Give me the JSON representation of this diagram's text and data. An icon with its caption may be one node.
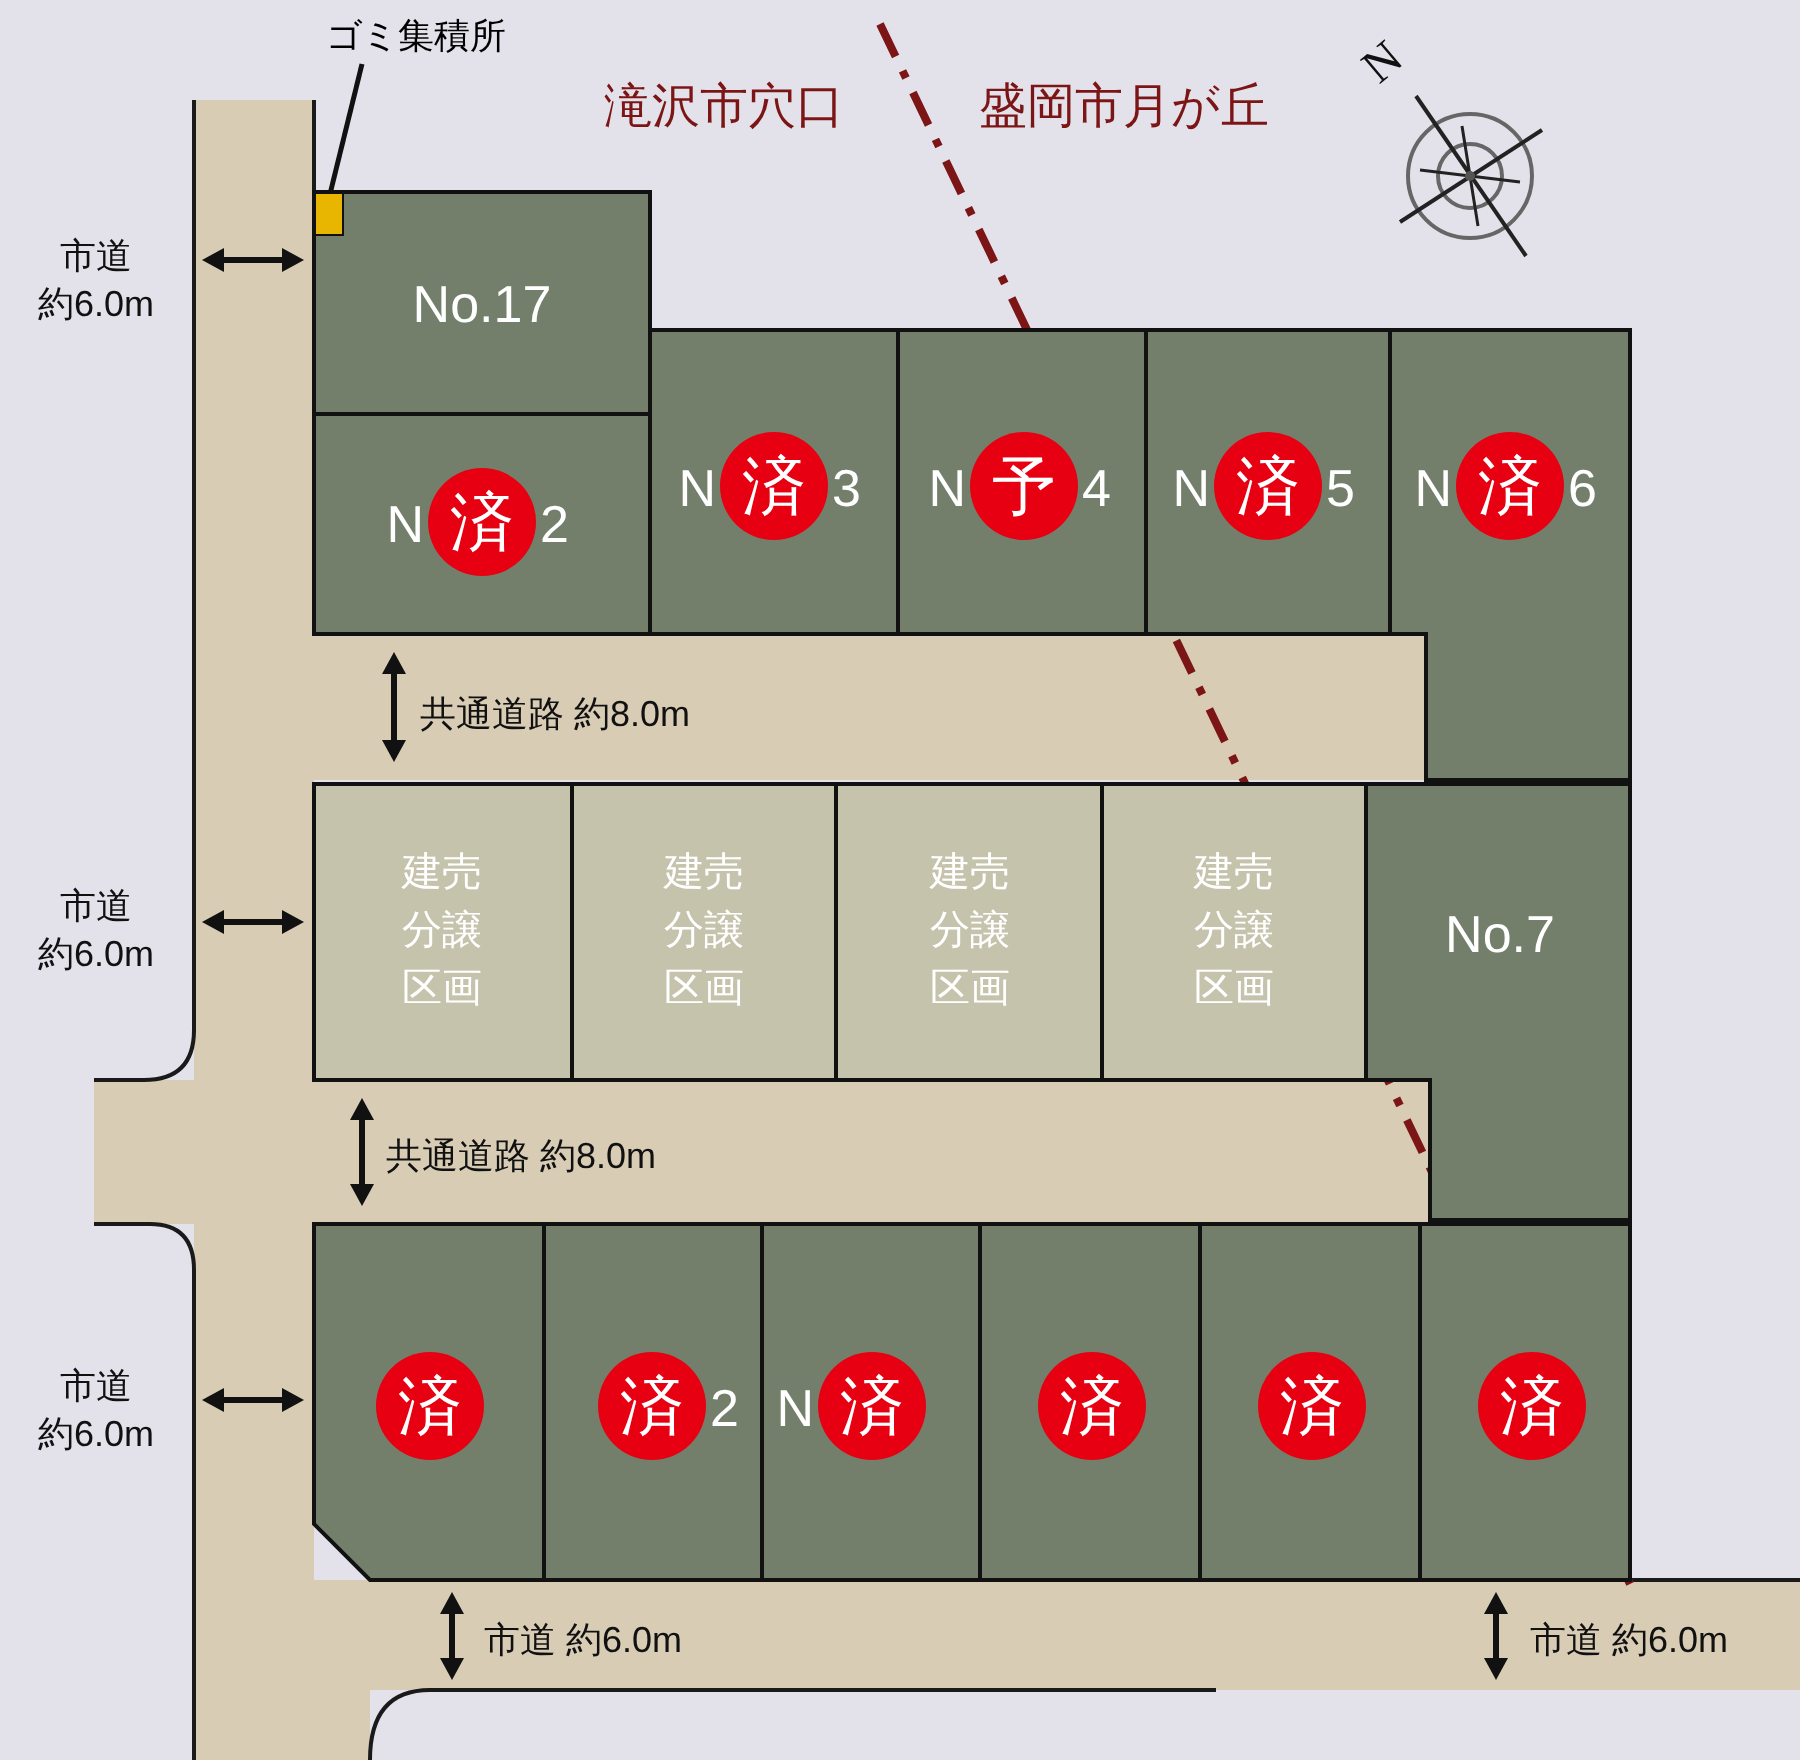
{
  "diagram": {
    "nodes": [
      {
        "text": [
          "ゴミ集積所"
        ]
      },
      {
        "text": [],
        "shape": "box",
        "in": 2
      },
      {
        "text": [
          "No.17"
        ]
      },
      {
        "text": [
          "N",
          "2"
        ]
      },
      {
        "text": [
          "N",
          "3"
        ]
      },
      {
        "text": [
          "N",
          "4"
        ]
      },
      {
        "text": [
          "N",
          "5"
        ]
      },
      {
        "text": [
          "N",
          "6"
        ]
      },
      {
        "text": [
          "建売分譲区画"
        ]
      },
      {
        "text": [
          "建売分譲区画"
        ]
      },
      {
        "text": [
          "建売分譲区画"
        ]
      },
      {
        "text": [
          "建売分譲区画"
        ]
      },
      {
        "text": [
          "No.7"
        ]
      },
      {
        "text": [],
        "shape": "box"
      },
      {
        "text": [
          "2"
        ]
      },
      {
        "text": [
          "N"
        ]
      },
      {
        "text": [],
        "shape": "box"
      },
      {
        "text": [],
        "shape": "box"
      },
      {
        "text": [],
        "shape": "box"
      },
      {
        "text": [
          "済"
        ],
        "in": 3
      },
      {
        "text": [
          "済"
        ],
        "in": 4
      },
      {
        "text": [
          "予"
        ],
        "in": 5
      },
      {
        "text": [
          "済"
        ],
        "in": 6
      },
      {
        "text": [
          "済"
        ],
        "in": 7
      },
      {
        "text": [
          "済"
        ],
        "in": 13
      },
      {
        "text": [
          "済"
        ],
        "in": 14
      },
      {
        "text": [
          "済"
        ],
        "in": 15
      },
      {
        "text": [
          "済"
        ],
        "in": 16
      },
      {
        "text": [
          "済"
        ],
        "in": 17
      },
      {
        "text": [
          "済"
        ],
        "in": 18
      }
    ],
    "edges": [
      {
        "from": 0,
        "to": 1,
        "arrow": "none"
      }
    ],
    "labels": [
      "滝沢市穴口",
      "盛岡市月が丘",
      "N",
      "市道約6.0m",
      "共通道路 約8.0m",
      "市道約6.0m",
      "共通道路 約8.0m",
      "市道約6.0m",
      "市道 約6.0m",
      "市道 約6.0m"
    ]
  }
}
